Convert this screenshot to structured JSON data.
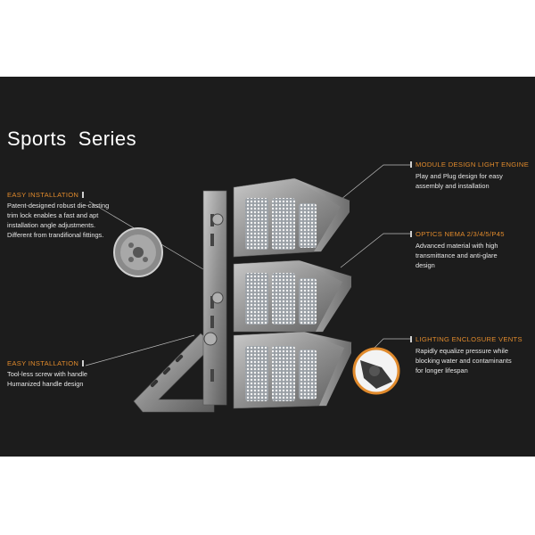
{
  "title": "Sports  Series",
  "features": {
    "easy_installation_top": {
      "heading": "EASY INSTALLATION",
      "lines": [
        "Patent-designed robust die-casting",
        "trim lock enables a fast and apt",
        "installation angle adjustments.",
        "Different from trandifional fittings."
      ]
    },
    "easy_installation_bottom": {
      "heading": "EASY INSTALLATION",
      "lines": [
        "Tool-less screw with handle",
        "Humanized handle design"
      ]
    },
    "module_design": {
      "heading": "MODULE DESIGN LIGHT ENGINE",
      "lines": [
        "Play and Plug design for easy",
        "assembly and installation"
      ]
    },
    "optics": {
      "heading": "OPTICS NEMA 2/3/4/5/P45",
      "lines": [
        "Advanced material with high",
        "transmittance and anti-glare",
        "design"
      ]
    },
    "enclosure_vents": {
      "heading": "LIGHTING ENCLOSURE VENTS",
      "lines": [
        "Rapidly equalize pressure while",
        "blocking water and contaminants",
        "for longer lifespan"
      ]
    }
  },
  "colors": {
    "background": "#1c1c1c",
    "accent": "#e08a2c",
    "text": "#e6e6e6",
    "metal": "#9a9a9a"
  }
}
